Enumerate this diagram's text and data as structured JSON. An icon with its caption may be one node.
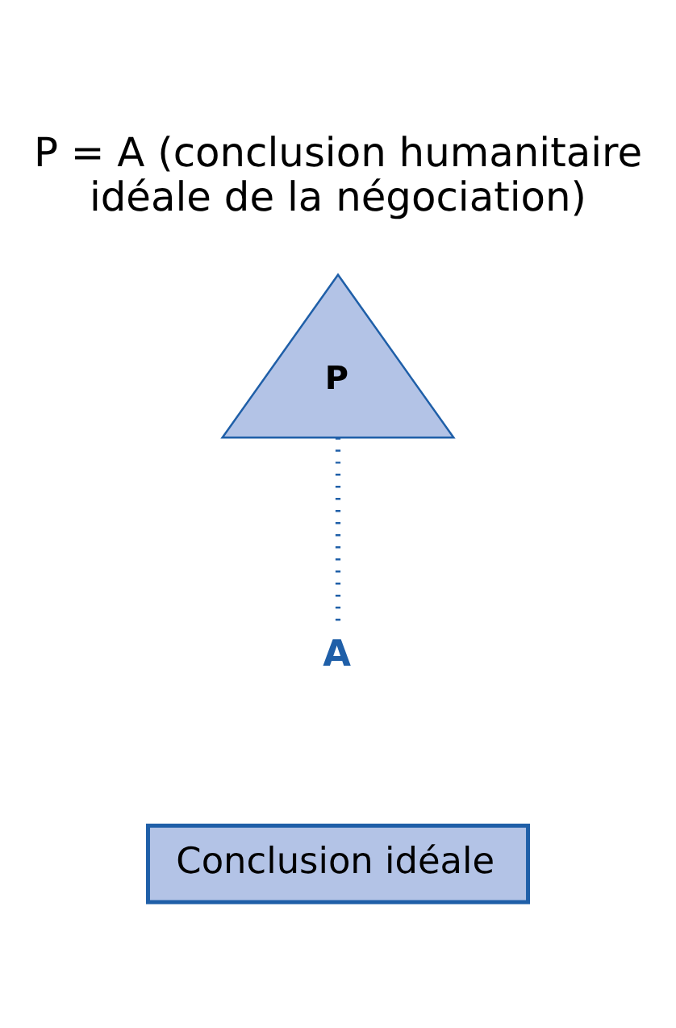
{
  "diagram": {
    "title": "P = A (conclusion humanitaire idéale de la négociation)",
    "nodes": [
      {
        "text": [
          "P"
        ]
      },
      {
        "text": [
          "A"
        ]
      },
      {
        "text": [
          "Conclusion idéale"
        ]
      }
    ],
    "edges": [
      {
        "from": 0,
        "to": 1,
        "arrow": "none",
        "style": "dashed"
      }
    ]
  }
}
